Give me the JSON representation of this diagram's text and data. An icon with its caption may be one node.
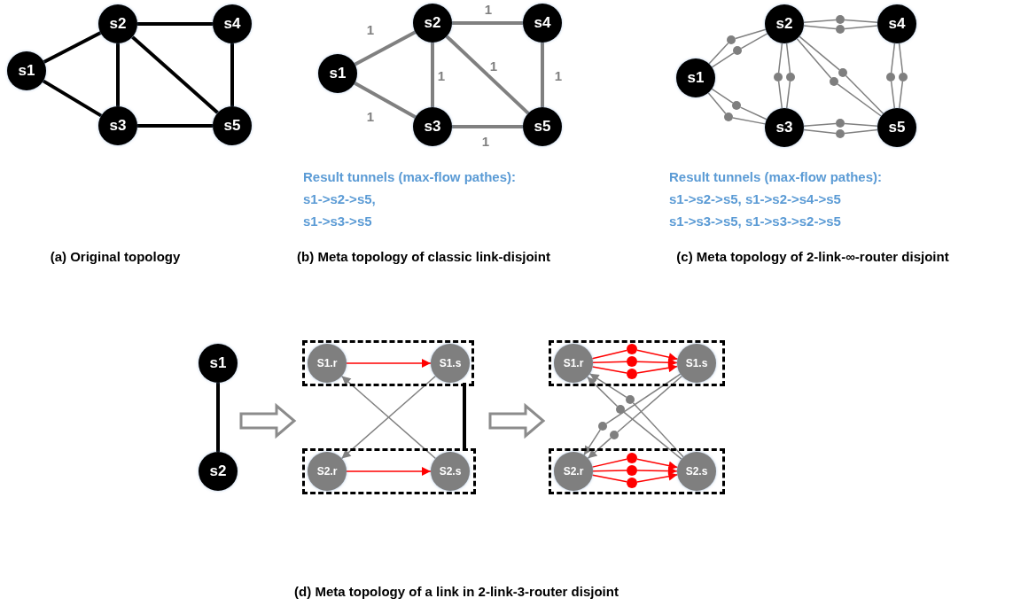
{
  "diagram": {
    "nodes": [
      {
        "text": [
          "s1"
        ]
      },
      {
        "text": [
          "s2"
        ]
      },
      {
        "text": [
          "s3"
        ]
      },
      {
        "text": [
          "s4"
        ]
      },
      {
        "text": [
          "s5"
        ]
      },
      {
        "text": [
          "s1"
        ]
      },
      {
        "text": [
          "s2"
        ]
      },
      {
        "text": [
          "s3"
        ]
      },
      {
        "text": [
          "s4"
        ]
      },
      {
        "text": [
          "s5"
        ]
      },
      {
        "text": [
          "s1"
        ]
      },
      {
        "text": [
          "s2"
        ]
      },
      {
        "text": [
          "s3"
        ]
      },
      {
        "text": [
          "s4"
        ]
      },
      {
        "text": [
          "s5"
        ]
      },
      {
        "text": [],
        "shape": "circle"
      },
      {
        "text": [],
        "shape": "circle"
      },
      {
        "text": [],
        "shape": "circle"
      },
      {
        "text": [],
        "shape": "circle"
      },
      {
        "text": [],
        "shape": "circle"
      },
      {
        "text": [],
        "shape": "circle"
      },
      {
        "text": [],
        "shape": "circle"
      },
      {
        "text": [],
        "shape": "circle"
      },
      {
        "text": [],
        "shape": "circle"
      },
      {
        "text": [],
        "shape": "circle"
      },
      {
        "text": [],
        "shape": "circle"
      },
      {
        "text": [],
        "shape": "circle"
      },
      {
        "text": [],
        "shape": "circle"
      },
      {
        "text": [],
        "shape": "circle"
      },
      {
        "text": [
          "s1"
        ]
      },
      {
        "text": [
          "s2"
        ]
      },
      {
        "text": [],
        "shape": "box"
      },
      {
        "text": [
          "S1.r"
        ],
        "in": 31
      },
      {
        "text": [
          "S1.s"
        ],
        "in": 31
      },
      {
        "text": [],
        "shape": "box"
      },
      {
        "text": [
          "S2.r"
        ],
        "in": 34
      },
      {
        "text": [
          "S2.s"
        ],
        "in": 34
      },
      {
        "text": [],
        "shape": "box"
      },
      {
        "text": [
          "S1.r"
        ],
        "in": 37
      },
      {
        "text": [
          "S1.s"
        ],
        "in": 37
      },
      {
        "text": [],
        "shape": "circle",
        "in": 37
      },
      {
        "text": [],
        "shape": "circle",
        "in": 37
      },
      {
        "text": [],
        "shape": "circle",
        "in": 37
      },
      {
        "text": [],
        "shape": "box"
      },
      {
        "text": [
          "S2.r"
        ],
        "in": 43
      },
      {
        "text": [
          "S2.s"
        ],
        "in": 43
      },
      {
        "text": [],
        "shape": "circle",
        "in": 43
      },
      {
        "text": [],
        "shape": "circle",
        "in": 43
      },
      {
        "text": [],
        "shape": "circle",
        "in": 43
      },
      {
        "text": [],
        "shape": "circle"
      },
      {
        "text": [],
        "shape": "circle"
      },
      {
        "text": [],
        "shape": "circle"
      },
      {
        "text": [],
        "shape": "circle"
      }
    ],
    "edges": [
      {
        "from": 0,
        "to": 1,
        "arrow": "none",
        "style": "thick",
        "color": "#000000"
      },
      {
        "from": 0,
        "to": 2,
        "arrow": "none",
        "style": "thick",
        "color": "#000000"
      },
      {
        "from": 1,
        "to": 2,
        "arrow": "none",
        "style": "thick",
        "color": "#000000"
      },
      {
        "from": 1,
        "to": 3,
        "arrow": "none",
        "style": "thick",
        "color": "#000000"
      },
      {
        "from": 1,
        "to": 4,
        "arrow": "none",
        "style": "thick",
        "color": "#000000"
      },
      {
        "from": 2,
        "to": 4,
        "arrow": "none",
        "style": "thick",
        "color": "#000000"
      },
      {
        "from": 3,
        "to": 4,
        "arrow": "none",
        "style": "thick",
        "color": "#000000"
      },
      {
        "from": 5,
        "to": 6,
        "arrow": "none",
        "style": "thick",
        "label": "1"
      },
      {
        "from": 5,
        "to": 7,
        "arrow": "none",
        "style": "thick",
        "label": "1"
      },
      {
        "from": 6,
        "to": 7,
        "arrow": "none",
        "style": "thick",
        "label": "1"
      },
      {
        "from": 6,
        "to": 8,
        "arrow": "none",
        "style": "thick",
        "label": "1"
      },
      {
        "from": 6,
        "to": 9,
        "arrow": "none",
        "style": "thick",
        "label": "1"
      },
      {
        "from": 7,
        "to": 9,
        "arrow": "none",
        "style": "thick",
        "label": "1"
      },
      {
        "from": 8,
        "to": 9,
        "arrow": "none",
        "style": "thick",
        "label": "1"
      },
      {
        "from": 10,
        "to": 15,
        "arrow": "none"
      },
      {
        "from": 15,
        "to": 11,
        "arrow": "none"
      },
      {
        "from": 10,
        "to": 16,
        "arrow": "none"
      },
      {
        "from": 16,
        "to": 11,
        "arrow": "none"
      },
      {
        "from": 11,
        "to": 17,
        "arrow": "none"
      },
      {
        "from": 17,
        "to": 13,
        "arrow": "none"
      },
      {
        "from": 11,
        "to": 18,
        "arrow": "none"
      },
      {
        "from": 18,
        "to": 13,
        "arrow": "none"
      },
      {
        "from": 10,
        "to": 19,
        "arrow": "none"
      },
      {
        "from": 19,
        "to": 12,
        "arrow": "none"
      },
      {
        "from": 10,
        "to": 20,
        "arrow": "none"
      },
      {
        "from": 20,
        "to": 12,
        "arrow": "none"
      },
      {
        "from": 11,
        "to": 21,
        "arrow": "none"
      },
      {
        "from": 21,
        "to": 12,
        "arrow": "none"
      },
      {
        "from": 11,
        "to": 22,
        "arrow": "none"
      },
      {
        "from": 22,
        "to": 12,
        "arrow": "none"
      },
      {
        "from": 11,
        "to": 23,
        "arrow": "none"
      },
      {
        "from": 23,
        "to": 14,
        "arrow": "none"
      },
      {
        "from": 11,
        "to": 24,
        "arrow": "none"
      },
      {
        "from": 24,
        "to": 14,
        "arrow": "none"
      },
      {
        "from": 13,
        "to": 25,
        "arrow": "none"
      },
      {
        "from": 25,
        "to": 14,
        "arrow": "none"
      },
      {
        "from": 13,
        "to": 26,
        "arrow": "none"
      },
      {
        "from": 26,
        "to": 14,
        "arrow": "none"
      },
      {
        "from": 12,
        "to": 27,
        "arrow": "none"
      },
      {
        "from": 27,
        "to": 14,
        "arrow": "none"
      },
      {
        "from": 12,
        "to": 28,
        "arrow": "none"
      },
      {
        "from": 28,
        "to": 14,
        "arrow": "none"
      },
      {
        "from": 29,
        "to": 30,
        "arrow": "none",
        "style": "thick",
        "color": "#000000"
      },
      {
        "from": 32,
        "to": 33,
        "arrow": "to",
        "color": "#ff0000"
      },
      {
        "from": 35,
        "to": 36,
        "arrow": "to",
        "color": "#ff0000"
      },
      {
        "from": 36,
        "to": 32,
        "arrow": "to"
      },
      {
        "from": 33,
        "to": 35,
        "arrow": "to"
      },
      {
        "from": 38,
        "to": 40,
        "arrow": "none",
        "color": "#ff0000"
      },
      {
        "from": 40,
        "to": 39,
        "arrow": "to",
        "color": "#ff0000"
      },
      {
        "from": 38,
        "to": 41,
        "arrow": "none",
        "color": "#ff0000"
      },
      {
        "from": 41,
        "to": 39,
        "arrow": "to",
        "color": "#ff0000"
      },
      {
        "from": 38,
        "to": 42,
        "arrow": "none",
        "color": "#ff0000"
      },
      {
        "from": 42,
        "to": 39,
        "arrow": "to",
        "color": "#ff0000"
      },
      {
        "from": 44,
        "to": 46,
        "arrow": "none",
        "color": "#ff0000"
      },
      {
        "from": 46,
        "to": 45,
        "arrow": "to",
        "color": "#ff0000"
      },
      {
        "from": 44,
        "to": 47,
        "arrow": "none",
        "color": "#ff0000"
      },
      {
        "from": 47,
        "to": 45,
        "arrow": "to",
        "color": "#ff0000"
      },
      {
        "from": 44,
        "to": 48,
        "arrow": "none",
        "color": "#ff0000"
      },
      {
        "from": 48,
        "to": 45,
        "arrow": "to",
        "color": "#ff0000"
      },
      {
        "from": 45,
        "to": 49,
        "arrow": "none"
      },
      {
        "from": 49,
        "to": 38,
        "arrow": "to"
      },
      {
        "from": 45,
        "to": 50,
        "arrow": "none"
      },
      {
        "from": 50,
        "to": 38,
        "arrow": "to"
      },
      {
        "from": 39,
        "to": 51,
        "arrow": "none"
      },
      {
        "from": 51,
        "to": 44,
        "arrow": "to"
      },
      {
        "from": 39,
        "to": 52,
        "arrow": "none"
      },
      {
        "from": 52,
        "to": 44,
        "arrow": "to"
      }
    ],
    "labels": [
      "Result tunnels (max-flow pathes):",
      "s1->s2->s5,",
      "s1->s3->s5",
      "Result tunnels (max-flow pathes):",
      "s1->s2->s5, s1->s2->s4->s5",
      "s1->s3->s5, s1->s3->s2->s5",
      "(a) Original topology",
      "(b) Meta topology of classic link-disjoint",
      "(c) Meta topology of 2-link-∞-router disjoint",
      "(d) Meta topology of a link in 2-link-3-router disjoint"
    ]
  }
}
